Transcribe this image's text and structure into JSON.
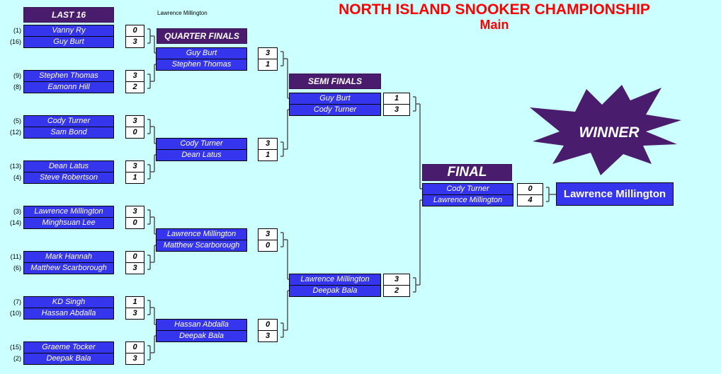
{
  "title": "NORTH ISLAND SNOOKER CHAMPIONSHIP",
  "subtitle": "Main",
  "caption": "Lawrence Millington",
  "headers": {
    "last16": "LAST 16",
    "qf": "QUARTER FINALS",
    "sf": "SEMI FINALS",
    "final": "FINAL",
    "winner": "WINNER"
  },
  "winner": "Lawrence Millington",
  "colors": {
    "background": "#ccffff",
    "name_box": "#3535ee",
    "header": "#4a1c6e",
    "title": "#ff0000"
  },
  "rounds": [
    {
      "id": "last16",
      "matches": [
        [
          {
            "seed": "(1)",
            "name": "Vanny Ry",
            "score": "0"
          },
          {
            "seed": "(16)",
            "name": "Guy Burt",
            "score": "3"
          }
        ],
        [
          {
            "seed": "(9)",
            "name": "Stephen Thomas",
            "score": "3"
          },
          {
            "seed": "(8)",
            "name": "Eamonn Hill",
            "score": "2"
          }
        ],
        [
          {
            "seed": "(5)",
            "name": "Cody Turner",
            "score": "3"
          },
          {
            "seed": "(12)",
            "name": "Sam Bond",
            "score": "0"
          }
        ],
        [
          {
            "seed": "(13)",
            "name": "Dean Latus",
            "score": "3"
          },
          {
            "seed": "(4)",
            "name": "Steve Robertson",
            "score": "1"
          }
        ],
        [
          {
            "seed": "(3)",
            "name": "Lawrence Millington",
            "score": "3"
          },
          {
            "seed": "(14)",
            "name": "Minghsuan Lee",
            "score": "0"
          }
        ],
        [
          {
            "seed": "(11)",
            "name": "Mark Hannah",
            "score": "0"
          },
          {
            "seed": "(6)",
            "name": "Matthew Scarborough",
            "score": "3"
          }
        ],
        [
          {
            "seed": "(7)",
            "name": "KD Singh",
            "score": "1"
          },
          {
            "seed": "(10)",
            "name": "Hassan Abdalla",
            "score": "3"
          }
        ],
        [
          {
            "seed": "(15)",
            "name": "Graeme Tocker",
            "score": "0"
          },
          {
            "seed": "(2)",
            "name": "Deepak Bala",
            "score": "3"
          }
        ]
      ]
    },
    {
      "id": "qf",
      "matches": [
        [
          {
            "name": "Guy Burt",
            "score": "3"
          },
          {
            "name": "Stephen Thomas",
            "score": "1"
          }
        ],
        [
          {
            "name": "Cody Turner",
            "score": "3"
          },
          {
            "name": "Dean Latus",
            "score": "1"
          }
        ],
        [
          {
            "name": "Lawrence Millington",
            "score": "3"
          },
          {
            "name": "Matthew Scarborough",
            "score": "0"
          }
        ],
        [
          {
            "name": "Hassan Abdalla",
            "score": "0"
          },
          {
            "name": "Deepak Bala",
            "score": "3"
          }
        ]
      ]
    },
    {
      "id": "sf",
      "matches": [
        [
          {
            "name": "Guy Burt",
            "score": "1"
          },
          {
            "name": "Cody Turner",
            "score": "3"
          }
        ],
        [
          {
            "name": "Lawrence Millington",
            "score": "3"
          },
          {
            "name": "Deepak Bala",
            "score": "2"
          }
        ]
      ]
    },
    {
      "id": "final",
      "matches": [
        [
          {
            "name": "Cody Turner",
            "score": "0"
          },
          {
            "name": "Lawrence Millington",
            "score": "4"
          }
        ]
      ]
    }
  ]
}
